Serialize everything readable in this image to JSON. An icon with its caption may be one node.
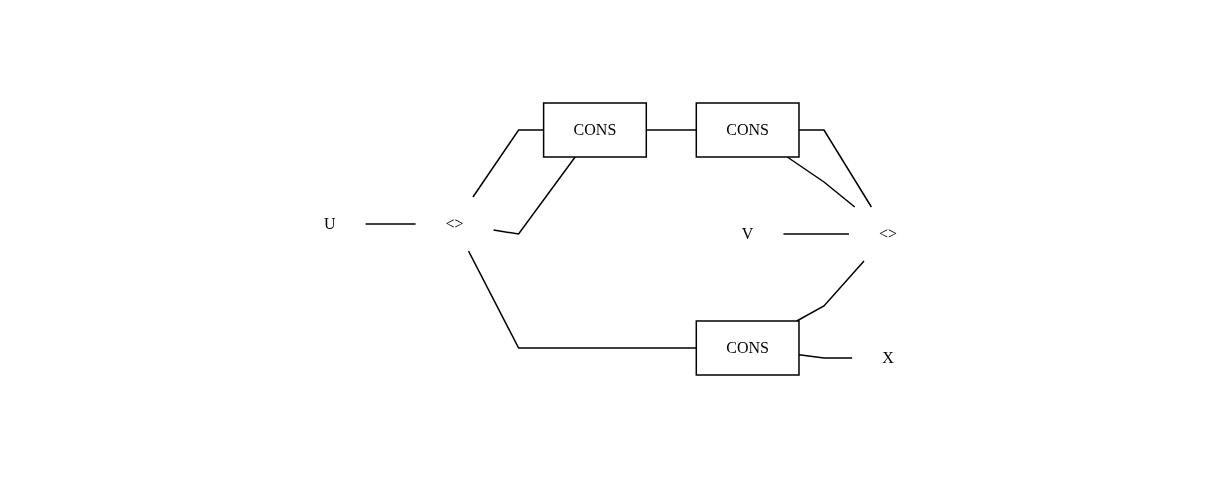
{
  "diagram": {
    "nodes": [
      {
        "text": [
          "U"
        ]
      },
      {
        "text": [
          "V"
        ]
      },
      {
        "text": [
          "<>"
        ]
      },
      {
        "text": [
          "CONS"
        ]
      },
      {
        "text": [
          "CONS"
        ]
      },
      {
        "text": [
          "<>"
        ]
      },
      {
        "text": [
          "CONS"
        ]
      },
      {
        "text": [
          "X"
        ]
      }
    ],
    "edges": [
      {
        "from": 0,
        "to": 2,
        "arrow": "none"
      },
      {
        "from": 2,
        "to": 3,
        "arrow": "none"
      },
      {
        "from": 2,
        "to": 3,
        "arrow": "none"
      },
      {
        "from": 3,
        "to": 4,
        "arrow": "none"
      },
      {
        "from": 4,
        "to": 5,
        "arrow": "none"
      },
      {
        "from": 4,
        "to": 5,
        "arrow": "none"
      },
      {
        "from": 1,
        "to": 5,
        "arrow": "none"
      },
      {
        "from": 2,
        "to": 6,
        "arrow": "none"
      },
      {
        "from": 6,
        "to": 5,
        "arrow": "none"
      },
      {
        "from": 6,
        "to": 7,
        "arrow": "none"
      }
    ]
  }
}
